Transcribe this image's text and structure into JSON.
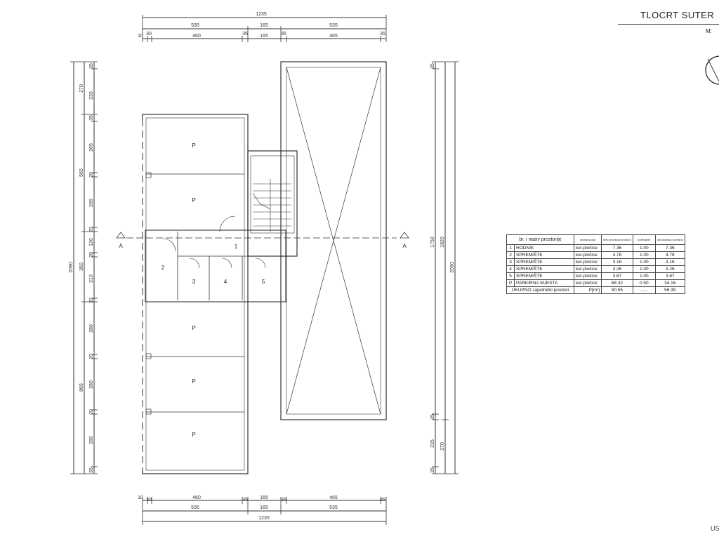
{
  "header": {
    "title": "TLOCRT SUTER",
    "scale_label": "M:"
  },
  "corner_text": "US",
  "dimensions": {
    "top_total": "1235",
    "top_mid": [
      "535",
      "165",
      "535"
    ],
    "top_detail": [
      "10",
      "30",
      "460",
      "35",
      "165",
      "35",
      "465",
      "35"
    ],
    "bottom_detail": [
      "10",
      "30",
      "460",
      "35",
      "165",
      "35",
      "465",
      "35"
    ],
    "bottom_mid": [
      "535",
      "165",
      "535"
    ],
    "bottom_total": "1235",
    "left_detail": [
      "35",
      "235",
      "35",
      "265",
      "20",
      "265",
      "20",
      "120",
      "20",
      "210",
      "20",
      "280",
      "20",
      "280",
      "20",
      "280",
      "35"
    ],
    "left_mid": [
      "270",
      "565",
      "350",
      "865"
    ],
    "left_total": "2090",
    "right_detail": [
      "35",
      "35",
      "235",
      "35"
    ],
    "right_mid": [
      "1750",
      "270"
    ],
    "right_outer": [
      "1820"
    ],
    "right_total": "2090"
  },
  "rooms": {
    "parking": "P",
    "hallway": "1",
    "storage_2": "2",
    "storage_3": "3",
    "storage_4": "4",
    "storage_5": "5"
  },
  "section_marks": {
    "left": "A",
    "right": "A"
  },
  "table": {
    "header": {
      "name": "br. i naziv prostorije",
      "floor": "obrada poda",
      "net_area": "neto površina prostora",
      "coef": "koeficijent",
      "gross": "obračunska površina"
    },
    "rows": [
      {
        "no": "1",
        "name": "HODNIK",
        "floor": "ker.pločice",
        "area": "7.36",
        "coef": "1.00",
        "total": "7.36"
      },
      {
        "no": "2",
        "name": "SPREMIŠTE",
        "floor": "ker.pločice",
        "area": "4.78",
        "coef": "1.00",
        "total": "4.78"
      },
      {
        "no": "3",
        "name": "SPREMIŠTE",
        "floor": "ker.pločice",
        "area": "3.16",
        "coef": "1.00",
        "total": "3.16"
      },
      {
        "no": "4",
        "name": "SPREMIŠTE",
        "floor": "ker.pločice",
        "area": "3.26",
        "coef": "1.00",
        "total": "3.26"
      },
      {
        "no": "5",
        "name": "SPREMIŠTE",
        "floor": "ker.pločice",
        "area": "3.67",
        "coef": "1.00",
        "total": "3.67"
      },
      {
        "no": "P",
        "name": "PARKIRNA MJESTA",
        "floor": "ker.pločice",
        "area": "68.32",
        "coef": "0.50",
        "total": "34.16"
      }
    ],
    "total": {
      "label": "UKUPNO zajednički prostori",
      "unit": "P[m²]",
      "area": "90.55",
      "coef": "......",
      "total": "56.39"
    }
  }
}
